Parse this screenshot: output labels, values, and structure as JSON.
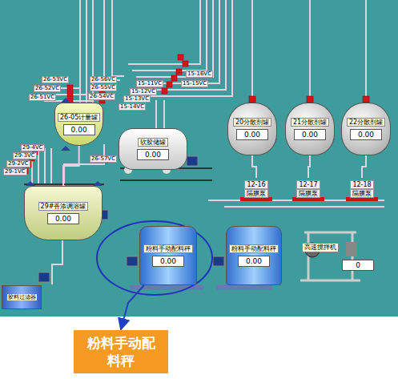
{
  "diagram": {
    "nodes": [
      {
        "text": [
          "26-05计量罐",
          "0.00"
        ]
      },
      {
        "text": [
          "29#香添调溶罐",
          "0.00"
        ]
      },
      {
        "text": [
          "胶料过滤器"
        ]
      },
      {
        "text": [
          "软胶储罐",
          "0.00"
        ]
      },
      {
        "text": [
          "20分散剂罐",
          "0.00"
        ]
      },
      {
        "text": [
          "21分散剂罐",
          "0.00"
        ]
      },
      {
        "text": [
          "22分散剂罐",
          "0.00"
        ]
      },
      {
        "text": [
          "12-16",
          "隔膜泵"
        ]
      },
      {
        "text": [
          "12-17",
          "隔膜泵"
        ]
      },
      {
        "text": [
          "12-18",
          "隔膜泵"
        ]
      },
      {
        "text": [
          "粉料手动配料秤",
          "0.00"
        ]
      },
      {
        "text": [
          "粉料手动配料秤",
          "0.00"
        ]
      },
      {
        "text": [
          "高速搅拌机",
          "0"
        ]
      },
      {
        "text": [
          "粉料手动配料秤"
        ]
      }
    ],
    "edges": [
      {
        "from": 0,
        "to": 1,
        "arrow": "none"
      },
      {
        "from": 4,
        "to": 7,
        "arrow": "none"
      },
      {
        "from": 5,
        "to": 8,
        "arrow": "none"
      },
      {
        "from": 6,
        "to": 9,
        "arrow": "none"
      },
      {
        "from": 10,
        "to": 13,
        "arrow": "to"
      }
    ],
    "labels": [
      "26-53VC",
      "26-52VC",
      "26-51VC",
      "26-56VC",
      "26-55VC",
      "26-54VC",
      "26-57VC",
      "29-4VC",
      "29-3VC",
      "29-2VC",
      "29-1VC",
      "15-11VC",
      "15-12VC",
      "15-13VC",
      "15-14VC",
      "15-16VC",
      "15-15VC"
    ]
  }
}
